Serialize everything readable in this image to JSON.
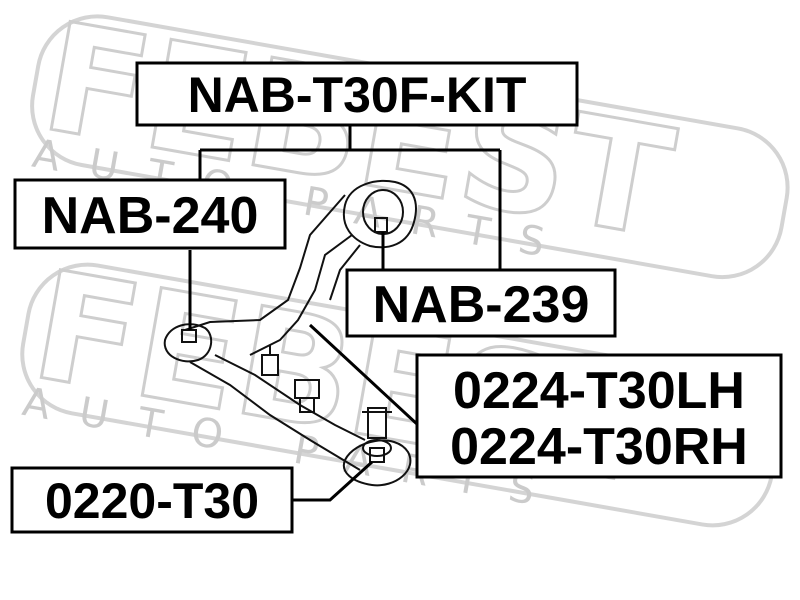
{
  "watermark": {
    "brand": "FEBEST",
    "sub": "AUTO PARTS"
  },
  "kit_label": "NAB-T30F-KIT",
  "parts": {
    "nab240": "NAB-240",
    "nab239": "NAB-239",
    "arm_lh": "0224-T30LH",
    "arm_rh": "0224-T30RH",
    "ball_joint": "0220-T30"
  },
  "icons": {
    "diagram": "lower-control-arm-icon"
  }
}
